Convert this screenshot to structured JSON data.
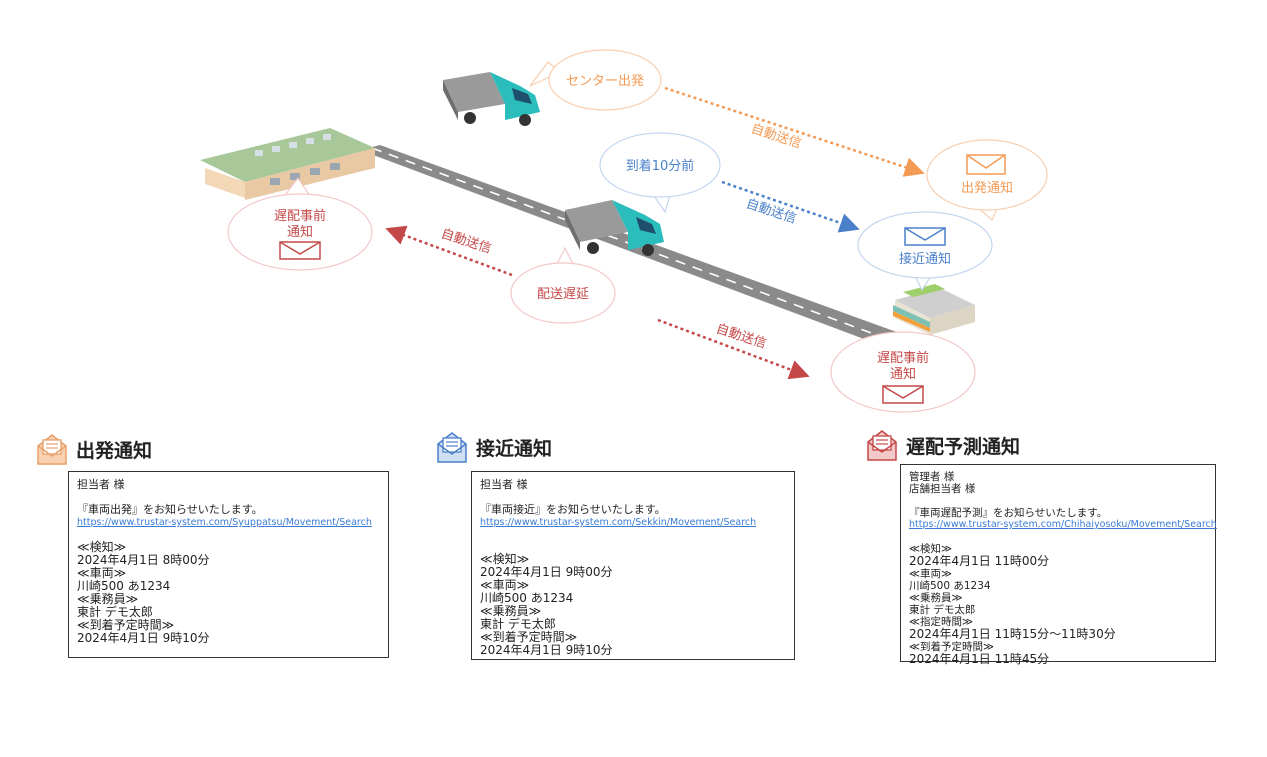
{
  "bubbles": {
    "center_depart": "センター出発",
    "arrive_10min": "到着10分前",
    "delay": "配送遅延",
    "depart_notice": "出発通知",
    "approach_notice": "接近通知",
    "delay_left_line1": "遅配事前",
    "delay_left_line2": "通知",
    "delay_right_line1": "遅配事前",
    "delay_right_line2": "通知"
  },
  "arrows": {
    "auto_send_1": "自動送信",
    "auto_send_2": "自動送信",
    "auto_send_3": "自動送信",
    "auto_send_4": "自動送信"
  },
  "colors": {
    "orange": "#f39a55",
    "blue": "#4a80c9",
    "red": "#c54848",
    "bubble_orange_stroke": "#f8cfb0",
    "bubble_blue_stroke": "#c3d6ef",
    "bubble_red_stroke": "#f2c8c8"
  },
  "sections": [
    {
      "title": "出発通知",
      "lines": [
        "担当者 様",
        "",
        "『車両出発』をお知らせいたします。",
        "URL",
        "",
        "≪検知≫",
        "  2024年4月1日  8時00分",
        "≪車両≫",
        "  川崎500  あ1234",
        "≪乗務員≫",
        "  東計 デモ太郎",
        "≪到着予定時間≫",
        "  2024年4月1日  9時10分"
      ],
      "url": "https://www.trustar-system.com/Syuppatsu/Movement/Search"
    },
    {
      "title": "接近通知",
      "lines": [
        "担当者 様",
        "",
        "『車両接近』をお知らせいたします。",
        "URL",
        "",
        "",
        "≪検知≫",
        "  2024年4月1日  9時00分",
        "≪車両≫",
        "  川崎500  あ1234",
        "≪乗務員≫",
        "  東計 デモ太郎",
        "≪到着予定時間≫",
        "  2024年4月1日  9時10分"
      ],
      "url": "https://www.trustar-system.com/Sekkin/Movement/Search"
    },
    {
      "title": "遅配予測通知",
      "lines": [
        "管理者 様",
        "店舗担当者 様",
        "",
        "『車両遅配予測』をお知らせいたします。",
        "URL",
        "",
        "≪検知≫",
        "  2024年4月1日  11時00分",
        "≪車両≫",
        "  川崎500  あ1234",
        "≪乗務員≫",
        "  東計 デモ太郎",
        "≪指定時間≫",
        "  2024年4月1日  11時15分～11時30分",
        "≪到着予定時間≫",
        "  2024年4月1日  11時45分"
      ],
      "url": "https://www.trustar-system.com/Chihaiyosoku/Movement/Search"
    }
  ]
}
